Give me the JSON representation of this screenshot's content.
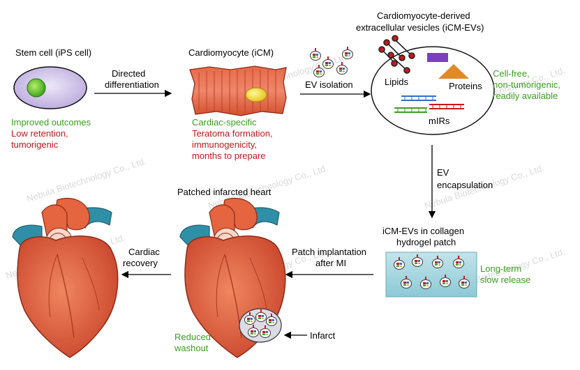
{
  "stem_cell": {
    "title": "Stem cell (iPS cell)",
    "pro": "Improved outcomes",
    "cons": [
      "Low retention,",
      "tumorigenic"
    ]
  },
  "step_differentiation": [
    "Directed",
    "differentiation"
  ],
  "cardiomyocyte": {
    "title": "Cardiomyocyte (iCM)",
    "pro": "Cardiac-specific",
    "cons": [
      "Teratoma formation,",
      "immunogenicity,",
      "months to prepare"
    ]
  },
  "step_isolation": "EV isolation",
  "evs": {
    "title": [
      "Cardiomyocyte-derived",
      "extracellular vesicles (iCM-EVs)"
    ],
    "lipids": "Lipids",
    "proteins": "Proteins",
    "mirs": "mIRs",
    "benefits": [
      "Cell-free,",
      "non-tumorigenic,",
      "readily available"
    ]
  },
  "step_encapsulation": [
    "EV",
    "encapsulation"
  ],
  "patch": {
    "title": [
      "iCM-EVs in collagen",
      "hydrogel patch"
    ],
    "benefit": [
      "Long-term",
      "slow release"
    ]
  },
  "step_implantation": [
    "Patch implantation",
    "after MI"
  ],
  "patched_heart": {
    "title": "Patched infarcted heart",
    "benefit": [
      "Reduced",
      "washout"
    ],
    "infarct_label": "Infarct"
  },
  "step_recovery": [
    "Cardiac",
    "recovery"
  ],
  "watermark": "Nebula Biotechnology Co., Ltd.",
  "colors": {
    "green": "#3aa01c",
    "red": "#c8171b",
    "heart": "#e4653f",
    "vessel": "#2f8fa6",
    "cell": "#cfc3e8",
    "patch": "#a8d6de"
  }
}
